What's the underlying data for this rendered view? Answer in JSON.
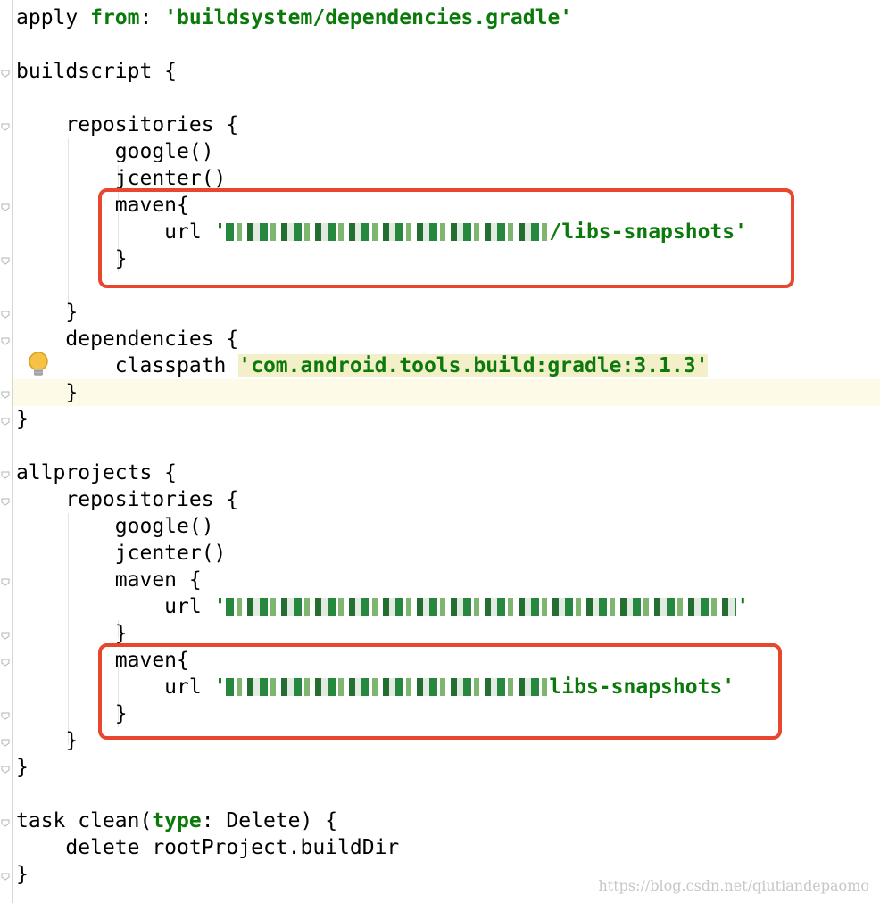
{
  "editor": {
    "lines": [
      {
        "id": "l0",
        "parts": [
          {
            "t": "apply "
          },
          {
            "t": "from",
            "c": "kw"
          },
          {
            "t": ": "
          },
          {
            "t": "'buildsystem/dependencies.gradle'",
            "c": "str"
          }
        ]
      },
      {
        "id": "l1",
        "parts": [
          {
            "t": ""
          }
        ]
      },
      {
        "id": "l2",
        "parts": [
          {
            "t": "buildscript {"
          }
        ]
      },
      {
        "id": "l3",
        "parts": [
          {
            "t": ""
          }
        ]
      },
      {
        "id": "l4",
        "parts": [
          {
            "t": "    repositories {"
          }
        ]
      },
      {
        "id": "l5",
        "parts": [
          {
            "t": "        google()"
          }
        ]
      },
      {
        "id": "l6",
        "parts": [
          {
            "t": "        jcenter()"
          }
        ]
      },
      {
        "id": "l7",
        "parts": [
          {
            "t": "        maven{"
          }
        ]
      },
      {
        "id": "l8",
        "parts": [
          {
            "t": "            url "
          },
          {
            "t": "'",
            "c": "str"
          },
          {
            "blur": "short"
          },
          {
            "t": "/libs-snapshots'",
            "c": "str"
          }
        ]
      },
      {
        "id": "l9",
        "parts": [
          {
            "t": "        }"
          }
        ]
      },
      {
        "id": "l10",
        "parts": [
          {
            "t": ""
          }
        ]
      },
      {
        "id": "l11",
        "parts": [
          {
            "t": "    }"
          }
        ]
      },
      {
        "id": "l12",
        "parts": [
          {
            "t": "    dependencies {"
          }
        ]
      },
      {
        "id": "l13",
        "parts": [
          {
            "t": "        classpath "
          },
          {
            "t": "'com.android.tools.build:gradle:3.1.3'",
            "c": "str hl-str"
          }
        ]
      },
      {
        "id": "l14",
        "parts": [
          {
            "t": "    }"
          }
        ]
      },
      {
        "id": "l15",
        "parts": [
          {
            "t": "}"
          }
        ]
      },
      {
        "id": "l16",
        "parts": [
          {
            "t": ""
          }
        ]
      },
      {
        "id": "l17",
        "parts": [
          {
            "t": "allprojects {"
          }
        ]
      },
      {
        "id": "l18",
        "parts": [
          {
            "t": "    repositories {"
          }
        ]
      },
      {
        "id": "l19",
        "parts": [
          {
            "t": "        google()"
          }
        ]
      },
      {
        "id": "l20",
        "parts": [
          {
            "t": "        jcenter()"
          }
        ]
      },
      {
        "id": "l21",
        "parts": [
          {
            "t": "        maven {"
          }
        ]
      },
      {
        "id": "l22",
        "parts": [
          {
            "t": "            url "
          },
          {
            "t": "'",
            "c": "str"
          },
          {
            "blur": "long"
          },
          {
            "t": "'",
            "c": "str"
          }
        ]
      },
      {
        "id": "l23",
        "parts": [
          {
            "t": "        }"
          }
        ]
      },
      {
        "id": "l24",
        "parts": [
          {
            "t": "        maven{"
          }
        ]
      },
      {
        "id": "l25",
        "parts": [
          {
            "t": "            url "
          },
          {
            "t": "'",
            "c": "str"
          },
          {
            "blur": "short"
          },
          {
            "t": "libs-snapshots'",
            "c": "str"
          }
        ]
      },
      {
        "id": "l26",
        "parts": [
          {
            "t": "        }"
          }
        ]
      },
      {
        "id": "l27",
        "parts": [
          {
            "t": "    }"
          }
        ]
      },
      {
        "id": "l28",
        "parts": [
          {
            "t": "}"
          }
        ]
      },
      {
        "id": "l29",
        "parts": [
          {
            "t": ""
          }
        ]
      },
      {
        "id": "l30",
        "parts": [
          {
            "t": "task clean("
          },
          {
            "t": "type",
            "c": "kw"
          },
          {
            "t": ": Delete) {"
          }
        ]
      },
      {
        "id": "l31",
        "parts": [
          {
            "t": "    delete rootProject.buildDir"
          }
        ]
      },
      {
        "id": "l32",
        "parts": [
          {
            "t": "}"
          }
        ]
      }
    ]
  },
  "watermark": "https://blog.csdn.net/qiutiandepaomo",
  "colors": {
    "keyword": "#0b7a0b",
    "callout": "#e8462f",
    "caret_row": "#fdfae8"
  },
  "icons": {
    "intention": "lightbulb-icon",
    "fold": "fold-marker-icon"
  }
}
